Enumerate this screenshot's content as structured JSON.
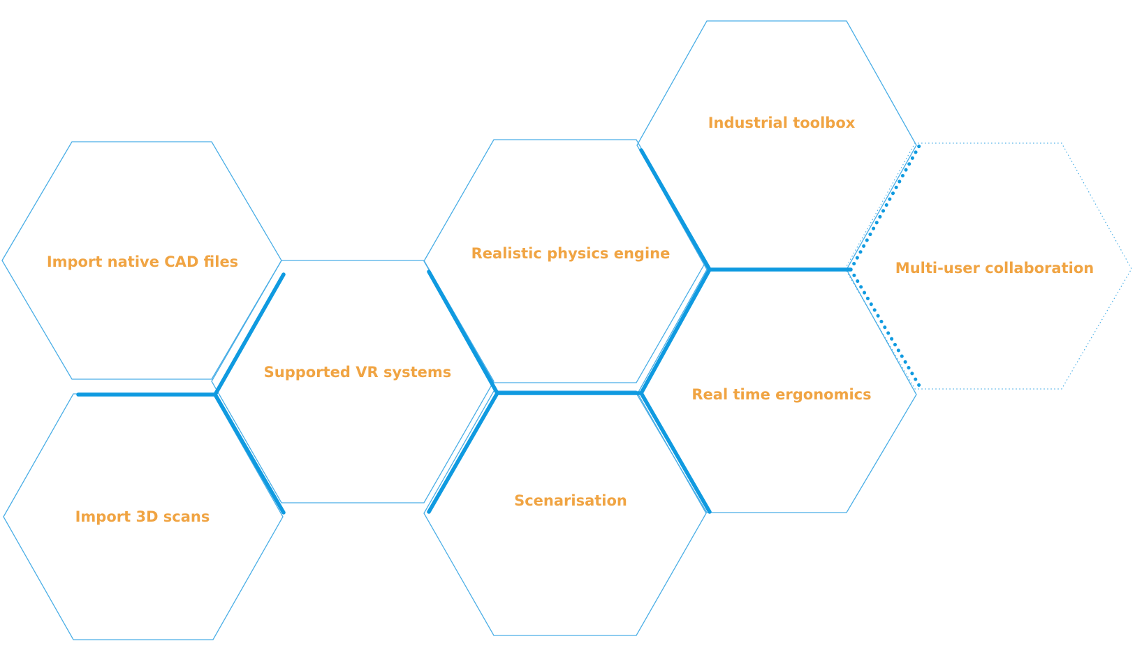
{
  "features": [
    {
      "label": "Import native CAD files",
      "style": "solid"
    },
    {
      "label": "Import 3D scans",
      "style": "solid"
    },
    {
      "label": "Supported VR systems",
      "style": "solid"
    },
    {
      "label": "Realistic physics engine",
      "style": "solid"
    },
    {
      "label": "Scenarisation",
      "style": "solid"
    },
    {
      "label": "Industrial toolbox",
      "style": "solid"
    },
    {
      "label": "Real time ergonomics",
      "style": "solid"
    },
    {
      "label": "Multi-user collaboration",
      "style": "dotted"
    }
  ],
  "colors": {
    "label": "#f0a443",
    "hex_outline": "#4aaee6",
    "connector": "#0f9ae0",
    "background": "#ffffff"
  }
}
